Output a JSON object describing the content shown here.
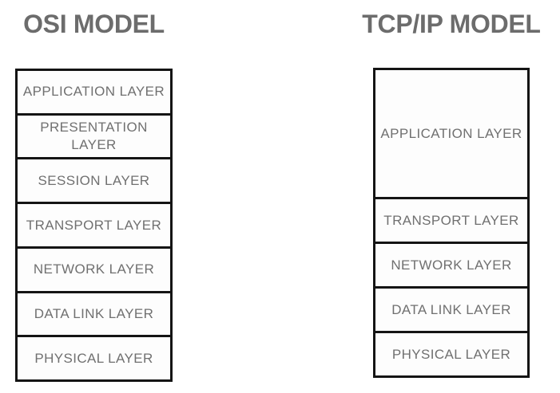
{
  "diagram": {
    "kind": "network-layer-model-comparison",
    "background": "#ffffff",
    "border_color": "#141414",
    "title_color": "#6c6c6c",
    "label_color": "#707070"
  },
  "osi": {
    "title": "OSI MODEL",
    "layers": [
      {
        "id": "application",
        "label": "APPLICATION LAYER",
        "span": 1
      },
      {
        "id": "presentation",
        "label": "PRESENTATION\nLAYER",
        "span": 1
      },
      {
        "id": "session",
        "label": "SESSION LAYER",
        "span": 1
      },
      {
        "id": "transport",
        "label": "TRANSPORT LAYER",
        "span": 1
      },
      {
        "id": "network",
        "label": "NETWORK LAYER",
        "span": 1
      },
      {
        "id": "data-link",
        "label": "DATA LINK LAYER",
        "span": 1
      },
      {
        "id": "physical",
        "label": "PHYSICAL LAYER",
        "span": 1
      }
    ]
  },
  "tcpip": {
    "title": "TCP/IP MODEL",
    "layers": [
      {
        "id": "application",
        "label": "APPLICATION LAYER",
        "span": 3
      },
      {
        "id": "transport",
        "label": "TRANSPORT LAYER",
        "span": 1
      },
      {
        "id": "network",
        "label": "NETWORK LAYER",
        "span": 1
      },
      {
        "id": "data-link",
        "label": "DATA LINK LAYER",
        "span": 1
      },
      {
        "id": "physical",
        "label": "PHYSICAL LAYER",
        "span": 1
      }
    ]
  }
}
